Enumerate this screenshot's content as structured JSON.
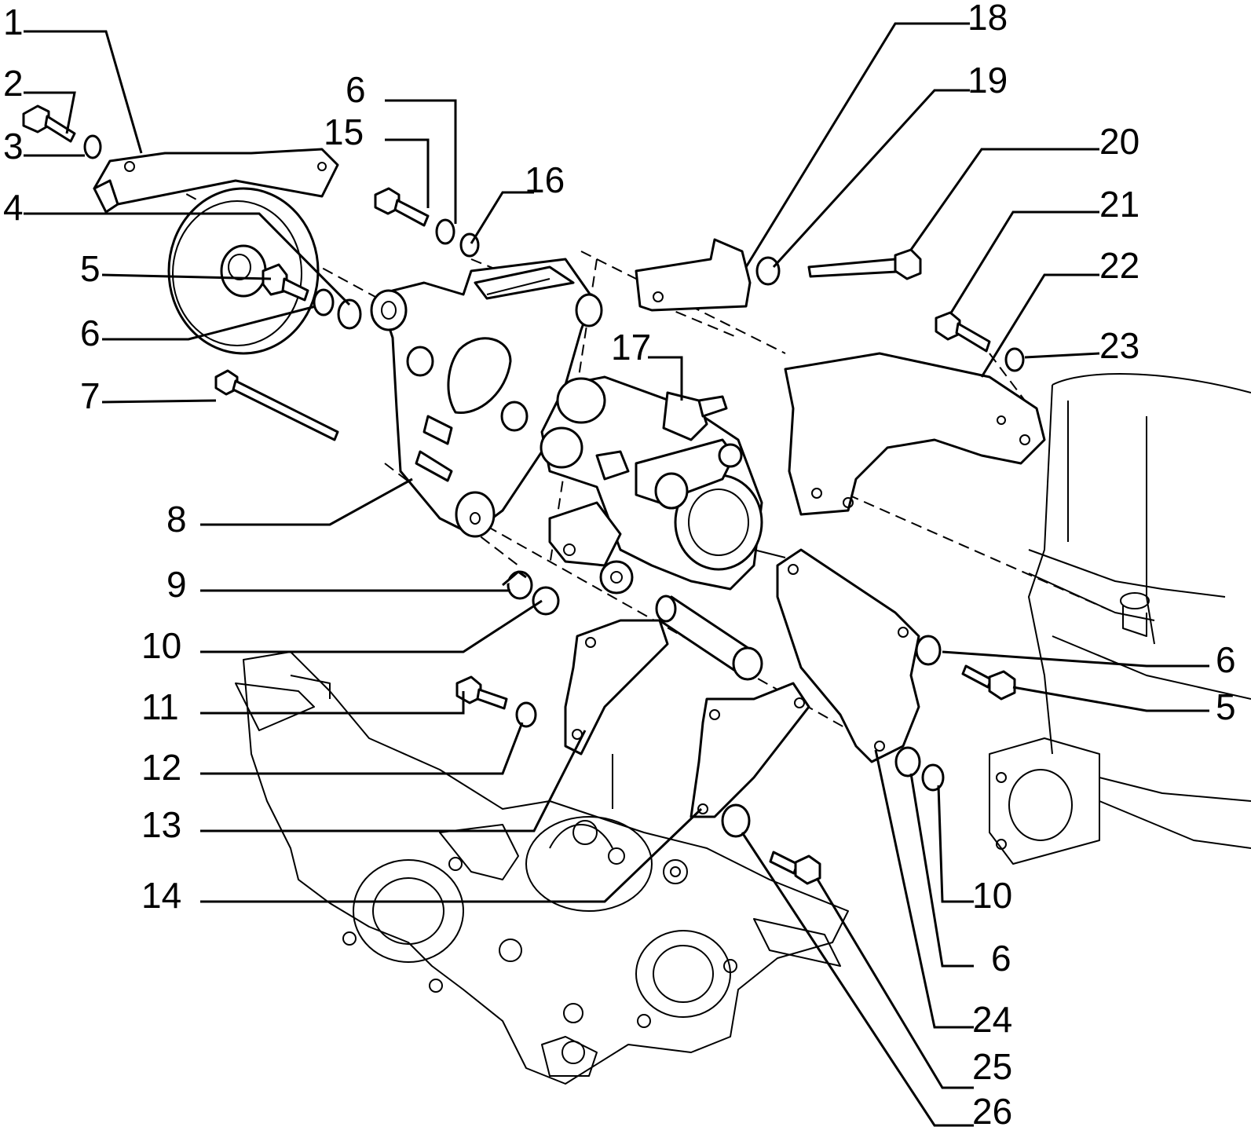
{
  "callouts": {
    "c1": "1",
    "c2": "2",
    "c3": "3",
    "c4": "4",
    "c5": "5",
    "c6": "6",
    "c7": "7",
    "c8": "8",
    "c9": "9",
    "c10": "10",
    "c11": "11",
    "c12": "12",
    "c13": "13",
    "c14": "14",
    "c15": "15",
    "c6b": "6",
    "c16": "16",
    "c17": "17",
    "c18": "18",
    "c19": "19",
    "c20": "20",
    "c21": "21",
    "c22": "22",
    "c23": "23",
    "r6a": "6",
    "r5": "5",
    "r10": "10",
    "r6b": "6",
    "r24": "24",
    "r25": "25",
    "r26": "26"
  }
}
